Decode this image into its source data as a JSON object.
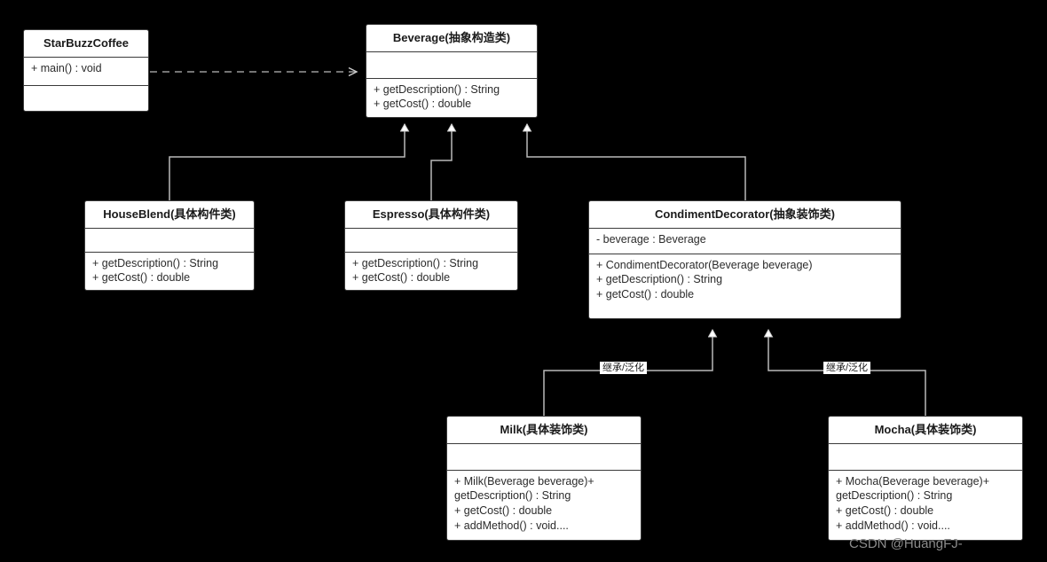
{
  "diagram": {
    "title": "Decorator Pattern UML Class Diagram",
    "background": "#000000",
    "box_fill": "#ffffff",
    "line_color": "#cccccc",
    "text_color": "#1a1a1a"
  },
  "classes": {
    "starbuzz": {
      "name": "StarBuzzCoffee",
      "attributes": [
        "+ main() : void"
      ],
      "operations": []
    },
    "beverage": {
      "name": "Beverage(抽象构造类)",
      "attributes": [],
      "operations": [
        "+ getDescription() : String",
        "+ getCost() : double"
      ]
    },
    "houseblend": {
      "name": "HouseBlend(具体构件类)",
      "attributes": [],
      "operations": [
        "+ getDescription() : String",
        "+ getCost() : double"
      ]
    },
    "espresso": {
      "name": "Espresso(具体构件类)",
      "attributes": [],
      "operations": [
        "+ getDescription() : String",
        "+ getCost() : double"
      ]
    },
    "condiment": {
      "name": "CondimentDecorator(抽象装饰类)",
      "attributes": [
        "- beverage : Beverage"
      ],
      "operations": [
        "+ CondimentDecorator(Beverage beverage)",
        "+ getDescription() : String",
        "+ getCost() : double"
      ]
    },
    "milk": {
      "name": "Milk(具体装饰类)",
      "attributes": [],
      "operations": [
        "+ Milk(Beverage beverage)+ getDescription() : String",
        "+ getCost() : double",
        "+ addMethod() : void...."
      ]
    },
    "mocha": {
      "name": "Mocha(具体装饰类)",
      "attributes": [],
      "operations": [
        "+ Mocha(Beverage beverage)+ getDescription() : String",
        "+ getCost() : double",
        "+ addMethod() : void...."
      ]
    }
  },
  "edges": {
    "dependency_starbuzz_beverage": {
      "style": "dashed",
      "arrow": "open",
      "label": ""
    },
    "generalization_houseblend": {
      "style": "solid",
      "arrow": "hollow-triangle",
      "label": ""
    },
    "generalization_espresso": {
      "style": "solid",
      "arrow": "hollow-triangle",
      "label": ""
    },
    "generalization_condiment": {
      "style": "solid",
      "arrow": "hollow-triangle",
      "label": ""
    },
    "generalization_milk": {
      "style": "solid",
      "arrow": "hollow-triangle",
      "label": "继承/泛化"
    },
    "generalization_mocha": {
      "style": "solid",
      "arrow": "hollow-triangle",
      "label": "继承/泛化"
    }
  },
  "watermark": {
    "text": "CSDN @HuangFJ-"
  }
}
